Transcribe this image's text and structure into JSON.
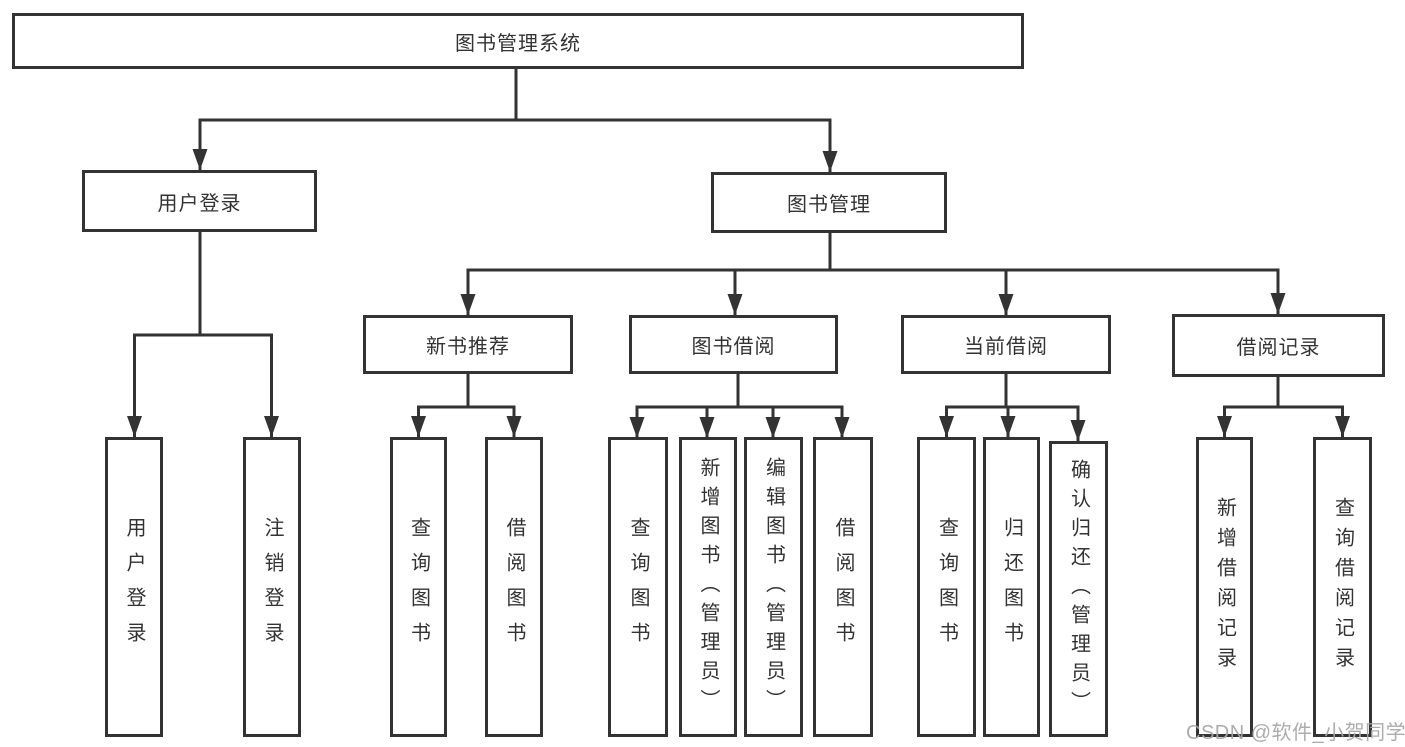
{
  "diagram_title": "图书管理系统",
  "tree": {
    "root": {
      "label": "图书管理系统"
    },
    "branches": [
      {
        "label": "用户登录",
        "children": [
          {
            "label": "用户登录"
          },
          {
            "label": "注销登录"
          }
        ]
      },
      {
        "label": "图书管理",
        "children": [
          {
            "label": "新书推荐",
            "children": [
              {
                "label": "查询图书"
              },
              {
                "label": "借阅图书"
              }
            ]
          },
          {
            "label": "图书借阅",
            "children": [
              {
                "label": "查询图书"
              },
              {
                "label": "新增图书（管理员）"
              },
              {
                "label": "编辑图书（管理员）"
              },
              {
                "label": "借阅图书"
              }
            ]
          },
          {
            "label": "当前借阅",
            "children": [
              {
                "label": "查询图书"
              },
              {
                "label": "归还图书"
              },
              {
                "label": "确认归还（管理员）"
              }
            ]
          },
          {
            "label": "借阅记录",
            "children": [
              {
                "label": "新增借阅记录"
              },
              {
                "label": "查询借阅记录"
              }
            ]
          }
        ]
      }
    ]
  },
  "watermark": {
    "text": "CSDN @软件_小贺同学"
  },
  "colors": {
    "line": "#333333",
    "box_border": "#333333",
    "text": "#333333",
    "watermark": "#a6a6a6",
    "background": "#ffffff"
  }
}
